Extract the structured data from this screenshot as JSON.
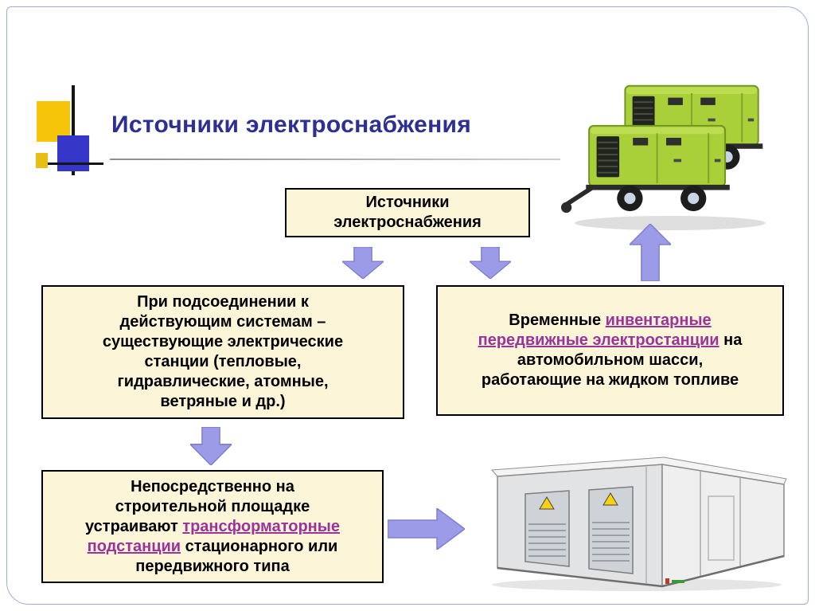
{
  "colors": {
    "title": "#2D3092",
    "box_background": "#FCF5D8",
    "box_border": "#000000",
    "arrow": "#9B9BE8",
    "hyperlink": "#9B339B",
    "frame": "#9FAED6",
    "decor_yellow": "#F6C50A",
    "decor_blue": "#3636C8"
  },
  "title": "Источники электроснабжения",
  "diagram": {
    "top_box": "Источники\nэлектроснабжения",
    "left_box": "При подсоединении к\nдействующим системам –\nсуществующие электрические\nстанции (тепловые,\nгидравлические, атомные,\nветряные и др.)",
    "right_box": {
      "seg1": "Временные ",
      "link": "инвентарные\nпередвижные электростанции",
      "seg2": " на\nавтомобильном шасси,\nработающие на жидком топливе"
    },
    "bottom_box": {
      "seg1": "Непосредственно на\nстроительной площадке\nустраивают ",
      "link": "трансформаторные\nподстанции",
      "seg2": " стационарного или\nпередвижного типа"
    }
  },
  "images": {
    "generators": "mobile-generator-trailers",
    "substation": "transformer-substation-container"
  }
}
